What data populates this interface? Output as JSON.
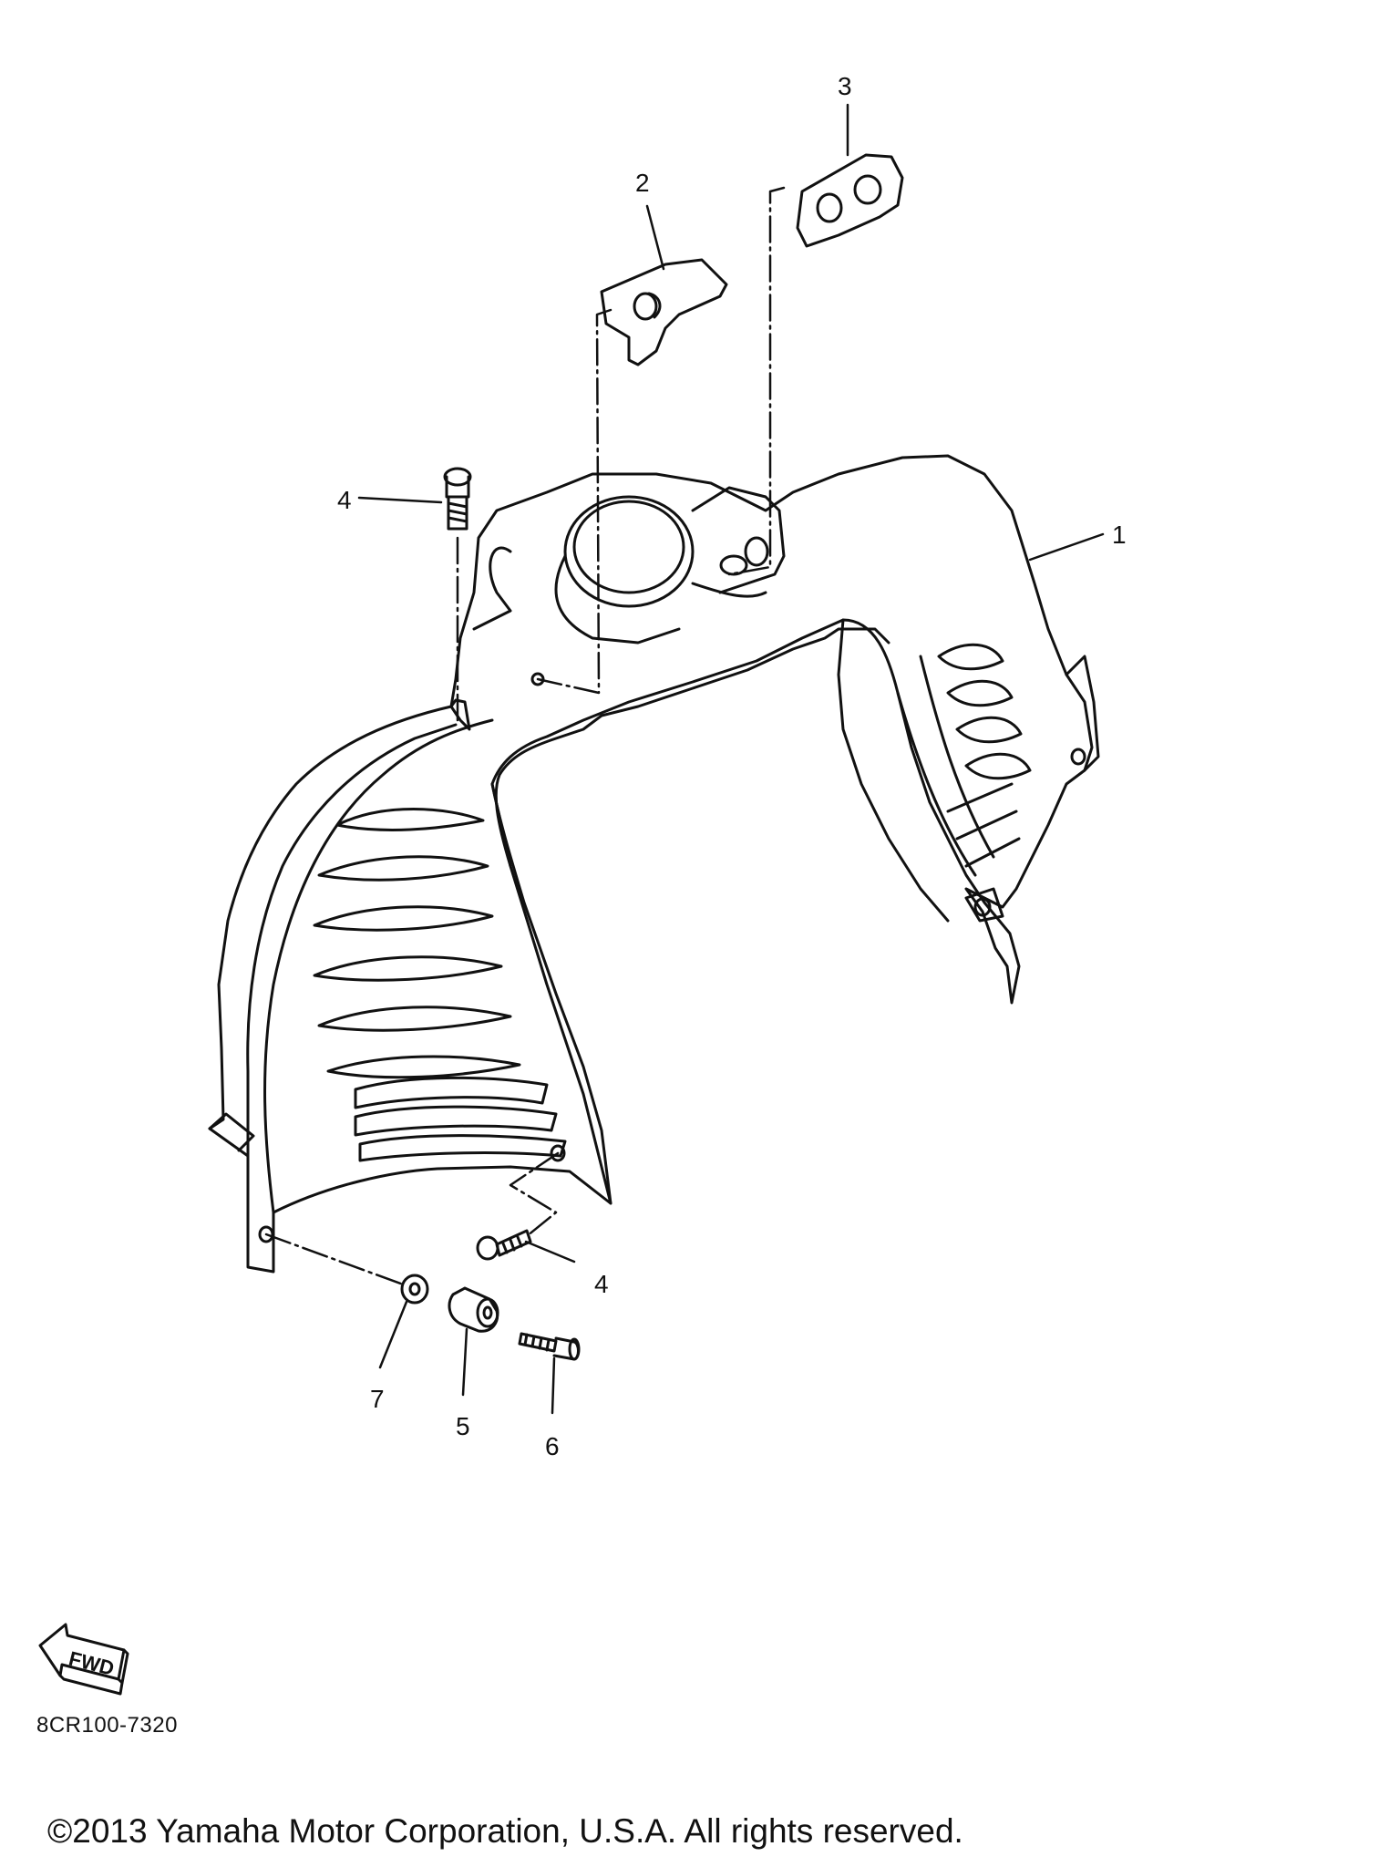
{
  "diagram": {
    "parts": [
      {
        "label": "1",
        "icon": "inner-panel-icon"
      },
      {
        "label": "2",
        "icon": "bracket-icon"
      },
      {
        "label": "3",
        "icon": "plate-icon"
      },
      {
        "label": "4",
        "icon": "screw-icon"
      },
      {
        "label": "5",
        "icon": "collar-icon"
      },
      {
        "label": "6",
        "icon": "bolt-icon"
      },
      {
        "label": "7",
        "icon": "nut-icon"
      }
    ],
    "fwd_label": "FWD",
    "fwd_icon": "forward-arrow-icon",
    "diagram_code": "8CR100-7320"
  },
  "footer": {
    "copyright": "©2013 Yamaha Motor Corporation, U.S.A. All rights reserved."
  },
  "colors": {
    "ink": "#111111",
    "background": "#ffffff"
  }
}
